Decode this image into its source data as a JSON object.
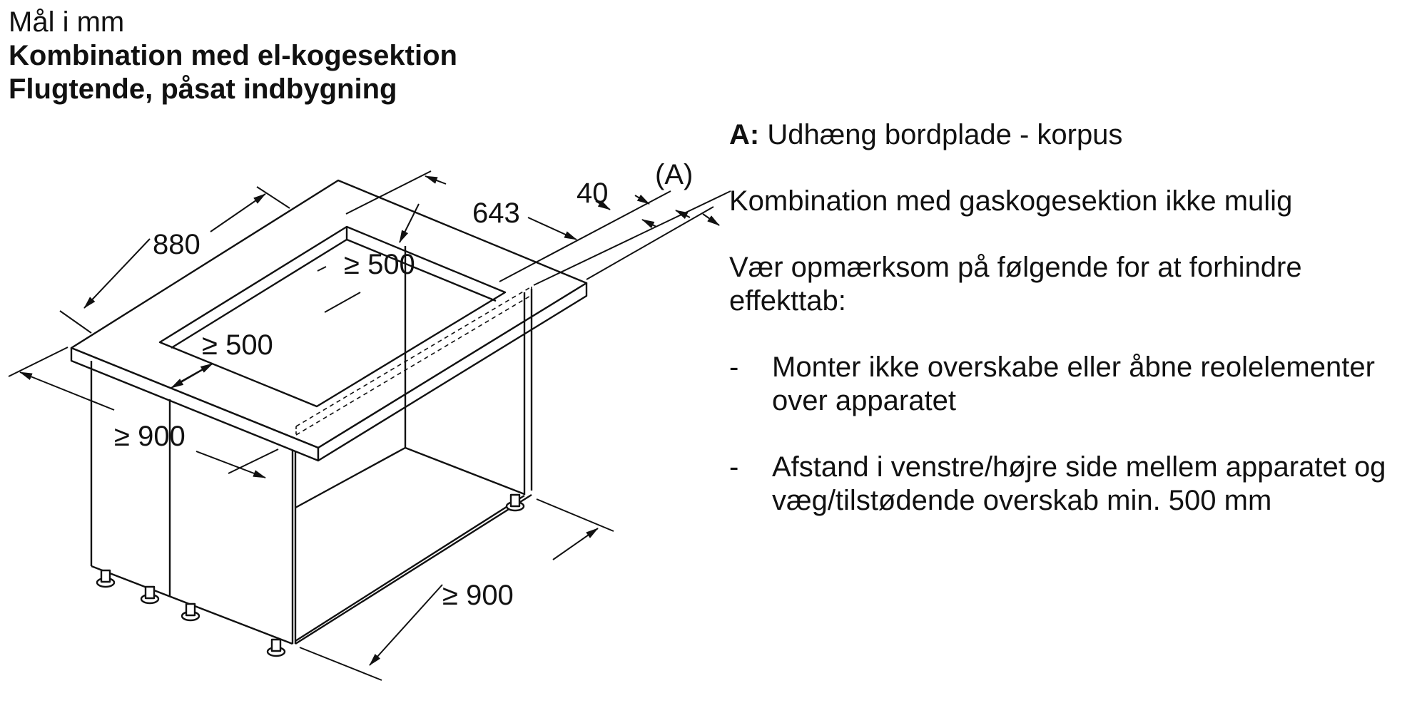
{
  "header": {
    "units": "Mål i mm",
    "title": "Kombination med el-kogesektion",
    "subtitle": "Flugtende, påsat indbygning"
  },
  "drawing": {
    "dims": {
      "width_880": "880",
      "depth_643": "643",
      "overhang_40": "40",
      "marker_a": "(A)",
      "cutout_depth": "≥ 500",
      "cutout_width": "≥ 500",
      "left_900": "≥ 900",
      "bottom_900": "≥ 900"
    }
  },
  "notes": {
    "a_key": "A:",
    "a_text": "Udhæng bordplade - korpus",
    "gas_note": "Kombination med gaskogesektion ikke mulig",
    "warning": "Vær opmærksom på følgende for at forhindre effekttab:",
    "bullet_dash": "-",
    "bullets": [
      "Monter ikke overskabe eller åbne reolelementer over apparatet",
      "Afstand i venstre/højre side mellem apparatet og væg/tilstødende overskab min. 500 mm"
    ]
  }
}
